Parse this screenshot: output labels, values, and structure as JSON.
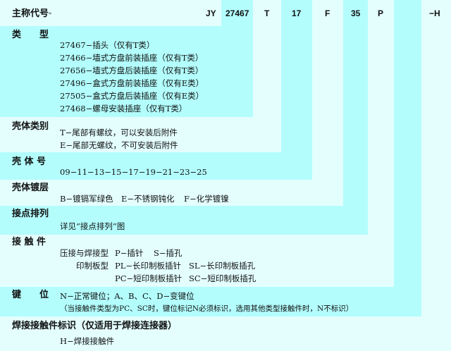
{
  "header": {
    "label": "主称代号",
    "star": "*",
    "codes": [
      "JY",
      "27467",
      "T",
      "17",
      "F",
      "35",
      "P",
      "",
      "−H"
    ]
  },
  "colors": {
    "dark": "#b3fdfd",
    "light": "#e4fefe"
  },
  "sections": [
    {
      "label": "类　　型",
      "items": [
        "27467−插头（仅有T类）",
        "27466−墙式方盘前装插座（仅有T类）",
        "27656−墙式方盘后装插座（仅有T类）",
        "27496−盒式方盘前装插座（仅有E类）",
        "27505−盒式方盘后装插座（仅有E类）",
        "27468−螺母安装插座（仅有T类）"
      ]
    },
    {
      "label": "壳体类别",
      "items": [
        "T−尾部有螺纹，可以安装后附件",
        "E−尾部无螺纹，不可安装后附件"
      ]
    },
    {
      "label": "壳 体 号",
      "items": [
        "09−11−13−15−17−19−21−23−25"
      ]
    },
    {
      "label": "壳体镀层",
      "items": [
        "B−镀镉军绿色",
        "E−不锈钢钝化",
        "F−化学镀镍"
      ]
    },
    {
      "label": "接点排列",
      "items": [
        "详见“接点排列”图"
      ]
    },
    {
      "label": "接 触 件",
      "items": [
        "压接与焊接型",
        "P−插针",
        "S−插孔",
        "印制板型",
        "PL−长印制板插针",
        "SL−长印制板插孔",
        "PC−短印制板插针",
        "SC−短印制板插孔"
      ]
    },
    {
      "label": "键　　位",
      "items": [
        "N−正常键位；A、B、C、D−变键位",
        "（当接触件类型为PC、SC时，键位标记N必须标识，选用其他类型接触件时，N不标识）"
      ]
    },
    {
      "label": "焊接接触件标识（仅适用于焊接连接器）",
      "items": [
        "H−焊接接触件"
      ]
    }
  ]
}
